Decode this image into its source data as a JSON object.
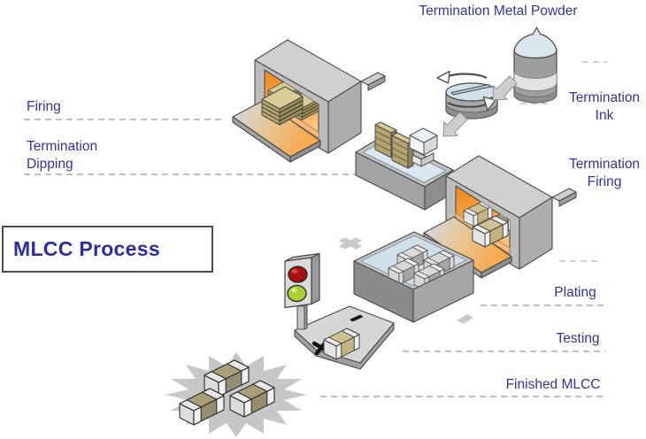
{
  "title": "MLCC Process",
  "labels": {
    "termination_metal_powder": "Termination Metal Powder",
    "firing": "Firing",
    "termination_dipping": "Termination Dipping",
    "termination_ink": "Termination Ink",
    "termination_firing": "Termination Firing",
    "plating": "Plating",
    "testing": "Testing",
    "finished_mlcc": "Finished MLCC"
  },
  "palette": {
    "label_text": "#333399",
    "title_text": "#2e2e9e",
    "dashed_line": "#b5b5b5",
    "kiln_glow_deep": "#ee871b",
    "kiln_glow_light": "#fed9a0",
    "machine_gray": "#bdbdbd",
    "liquid_blue": "#d9e8f1",
    "chip_body_tan": "#c3b37f",
    "termination_silver": "#e9e9e9",
    "stoplight_red": "#a81111",
    "stoplight_green": "#a8d136",
    "starburst_gray": "#c7c7c7"
  },
  "illustrations": {
    "firing_kiln": "tunnel kiln with glowing interior and tray of layered stacks",
    "powder_drum": "drum of termination metal powder",
    "ink_mixer": "rotating ink mixing bowl",
    "dipping_tank": "termination dipping tank with chip plates",
    "termination_kiln": "tunnel kiln firing terminated chips",
    "plating_tank": "plating bath with chips",
    "testing_station": "test plate with stoplight and probe marks",
    "finished_chips": "three finished MLCC chips on starburst"
  }
}
